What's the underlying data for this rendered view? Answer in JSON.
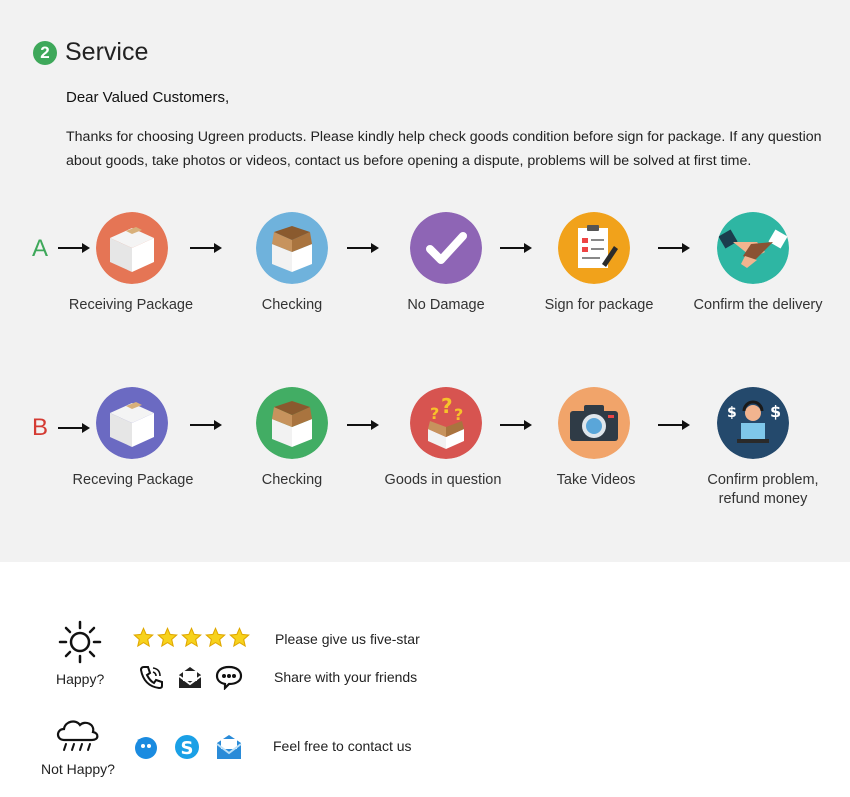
{
  "header": {
    "step_number": "2",
    "title": "Service"
  },
  "greeting": "Dear Valued Customers,",
  "intro": "Thanks for choosing Ugreen products. Please kindly help check goods condition before sign for package. If any question about goods, take photos or videos, contact us before opening a dispute, problems will be solved at first time.",
  "row_a": {
    "letter": "A",
    "letter_color": "#3ea85a",
    "steps": [
      {
        "label": "Receiving Package",
        "color": "#e57555",
        "icon": "package-icon"
      },
      {
        "label": "Checking",
        "color": "#6fb2dc",
        "icon": "open-box-icon"
      },
      {
        "label": "No Damage",
        "color": "#8e65b5",
        "icon": "checkmark-icon"
      },
      {
        "label": "Sign for package",
        "color": "#f1a21b",
        "icon": "document-sign-icon"
      },
      {
        "label": "Confirm the delivery",
        "color": "#2eb6a3",
        "icon": "handshake-icon"
      }
    ]
  },
  "row_b": {
    "letter": "B",
    "letter_color": "#d43b33",
    "steps": [
      {
        "label": "Receving Package",
        "color": "#6b6ac2",
        "icon": "package-icon"
      },
      {
        "label": "Checking",
        "color": "#42ad64",
        "icon": "open-box-icon"
      },
      {
        "label": "Goods in question",
        "color": "#d75450",
        "icon": "question-box-icon"
      },
      {
        "label": "Take Videos",
        "color": "#f1a46a",
        "icon": "camera-icon"
      },
      {
        "label": "Confirm problem,\nrefund money",
        "color": "#24496c",
        "icon": "support-agent-icon"
      }
    ]
  },
  "feedback": {
    "happy_label": "Happy?",
    "not_happy_label": "Not Happy?",
    "five_star_text": "Please give us five-star",
    "share_text": "Share with your friends",
    "contact_text": "Feel free to contact us",
    "star_count": 5
  }
}
